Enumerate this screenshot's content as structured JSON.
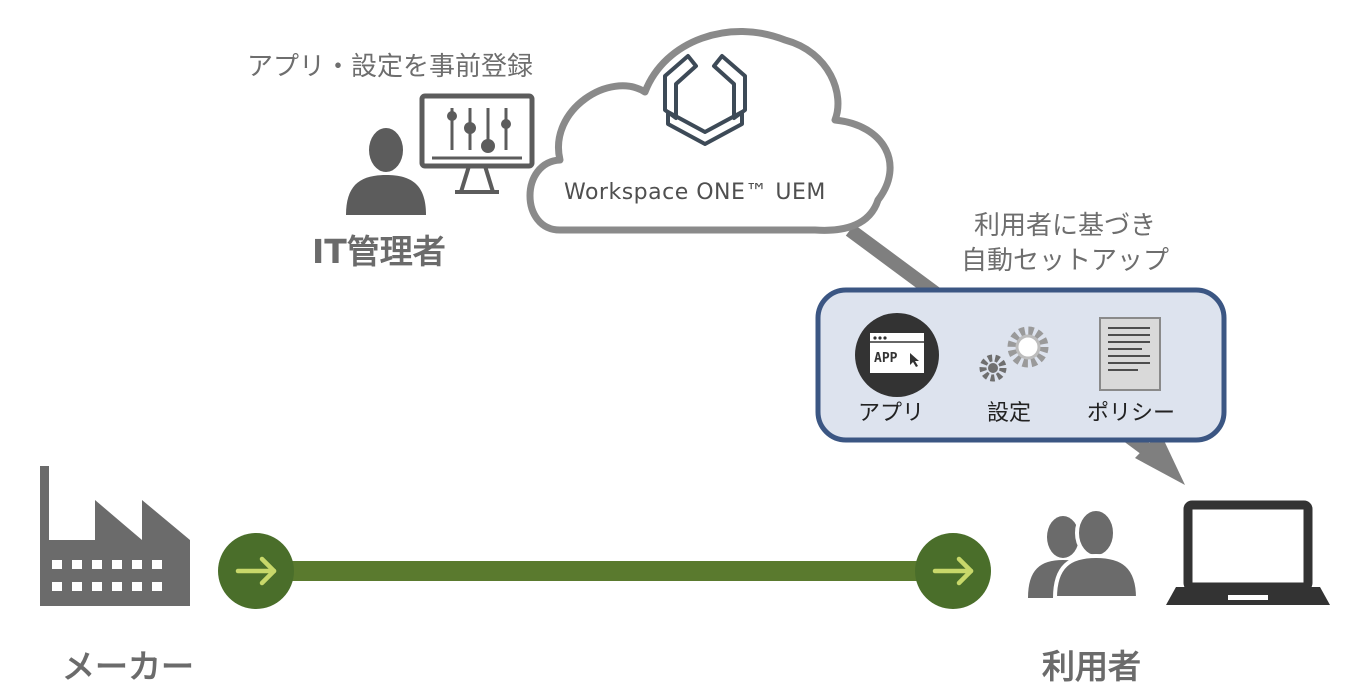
{
  "admin": {
    "caption": "アプリ・設定を事前登録",
    "label": "IT管理者"
  },
  "cloud": {
    "product": "Workspace ONE™ UEM"
  },
  "setup": {
    "line1": "利用者に基づき",
    "line2": "自動セットアップ"
  },
  "items": {
    "app_icon_text": "APP",
    "app": "アプリ",
    "settings": "設定",
    "policy": "ポリシー"
  },
  "maker": {
    "label": "メーカー"
  },
  "user": {
    "label": "利用者"
  },
  "colors": {
    "gray": "#6b6b6b",
    "green": "#5a7a2e",
    "arrow_circle": "#4a6e2a",
    "arrow_glyph": "#c8d86a",
    "panel_fill": "#dde3ee",
    "panel_border": "#3b5683"
  }
}
